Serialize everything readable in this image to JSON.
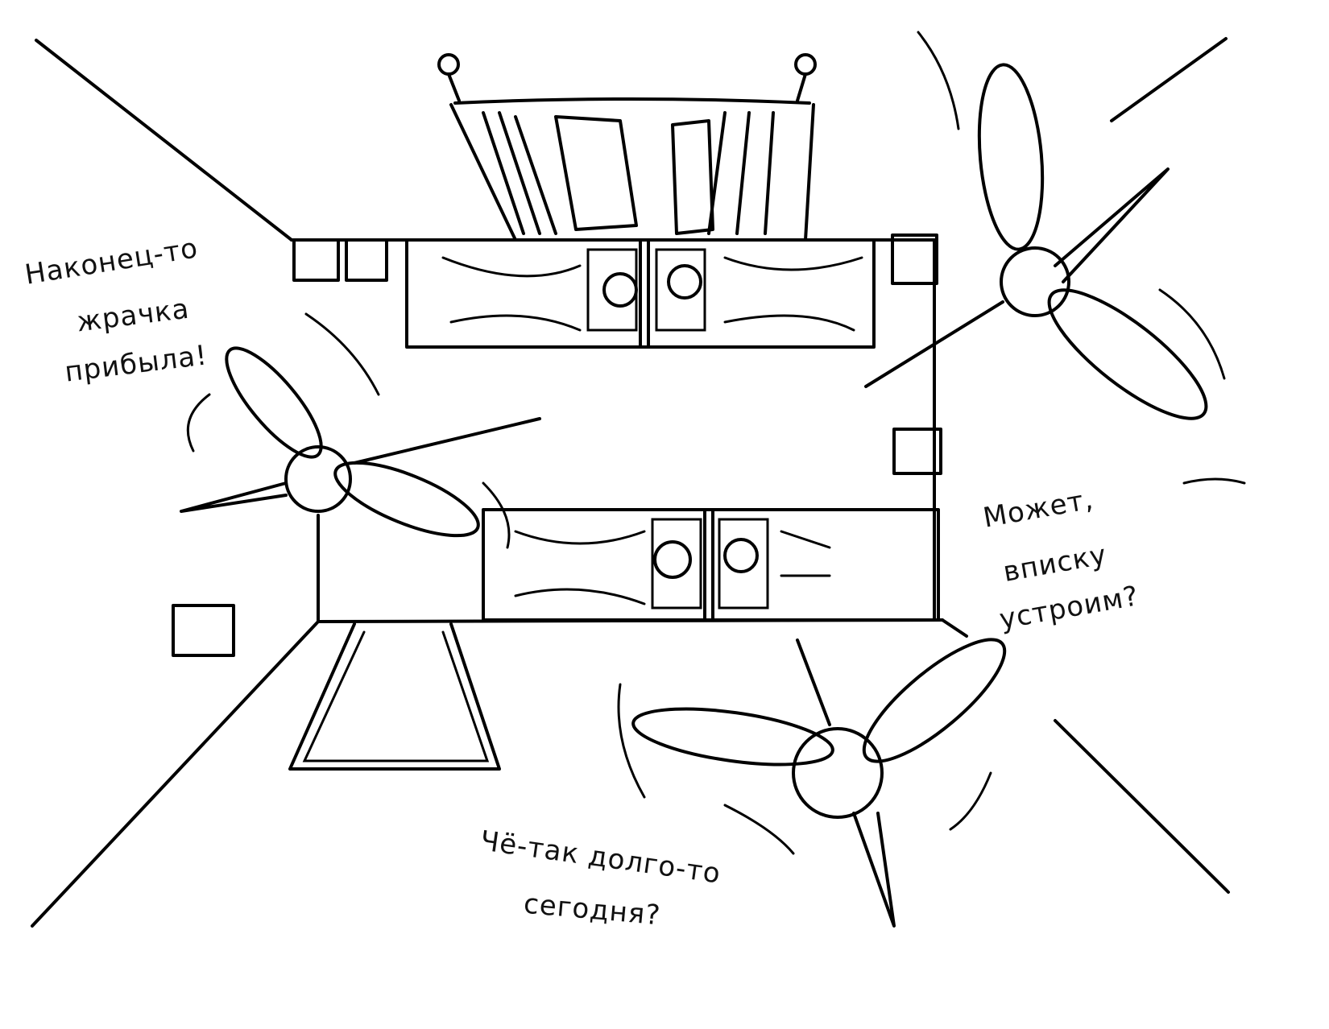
{
  "captions": {
    "left_line1": "Наконец-то",
    "left_line2": "жрачка",
    "left_line3": "прибыла!",
    "right_line1": "Может,",
    "right_line2": "вписку",
    "right_line3": "устроим?",
    "bottom_line1": "Чё-так долго-то",
    "bottom_line2": "сегодня?"
  },
  "colors": {
    "ink": "#000000",
    "paper": "#ffffff"
  }
}
